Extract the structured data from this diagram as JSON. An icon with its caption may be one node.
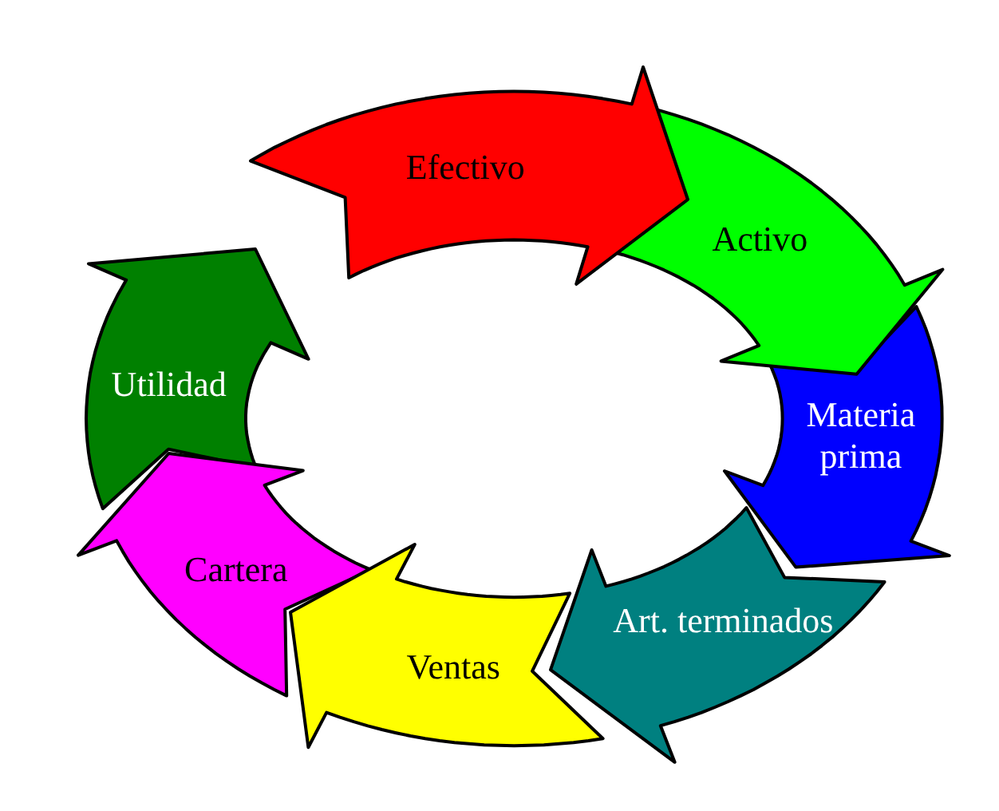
{
  "diagram": {
    "nodes": [
      {
        "text": [
          "Efectivo"
        ]
      },
      {
        "text": [
          "Activo"
        ]
      },
      {
        "text": [
          "Materia prima"
        ]
      },
      {
        "text": [
          "Art. terminados"
        ]
      },
      {
        "text": [
          "Ventas"
        ]
      },
      {
        "text": [
          "Cartera"
        ]
      },
      {
        "text": [
          "Utilidad"
        ]
      }
    ]
  }
}
